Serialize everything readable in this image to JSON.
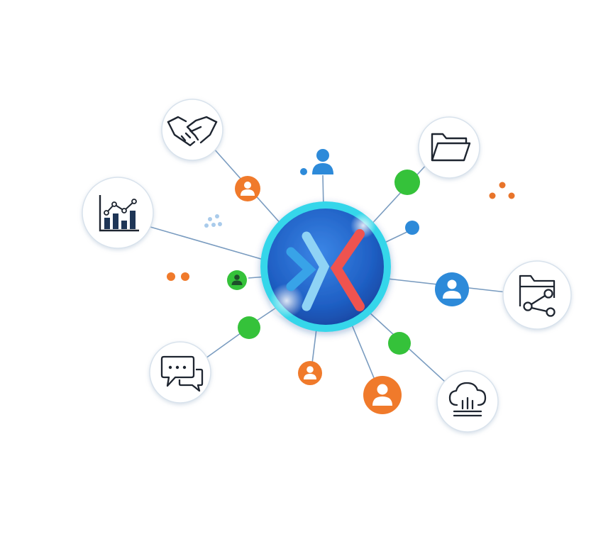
{
  "hub": {
    "name": "central-hub",
    "ring_color": "#35D6EA",
    "core_color": "#1F63C9",
    "chevron_left_color": "#39A3E8",
    "chevron_right_color": "#EF5350"
  },
  "colors": {
    "line": "#7A9CC0",
    "orange": "#F07A2B",
    "green": "#35C23A",
    "blue": "#2D8AD9",
    "icon_stroke": "#1E2530",
    "chart_bar": "#1E3556",
    "tile_border": "#D8E2EC"
  },
  "tiles": [
    {
      "icon": "handshake-icon"
    },
    {
      "icon": "folder-icon"
    },
    {
      "icon": "bar-chart-icon"
    },
    {
      "icon": "folder-network-icon"
    },
    {
      "icon": "chat-bubbles-icon"
    },
    {
      "icon": "cloud-upload-icon"
    }
  ],
  "nodes": [
    {
      "kind": "user",
      "color": "orange"
    },
    {
      "kind": "user",
      "color": "blue"
    },
    {
      "kind": "dot",
      "color": "green"
    },
    {
      "kind": "dot",
      "color": "blue"
    },
    {
      "kind": "user",
      "color": "green"
    },
    {
      "kind": "user",
      "color": "blue"
    },
    {
      "kind": "dot",
      "color": "green"
    },
    {
      "kind": "dot",
      "color": "green"
    },
    {
      "kind": "user",
      "color": "orange"
    },
    {
      "kind": "user",
      "color": "orange"
    }
  ]
}
